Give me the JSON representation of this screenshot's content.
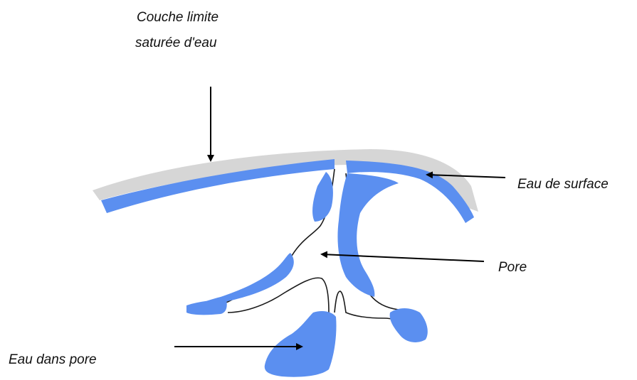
{
  "labels": {
    "boundary_layer_line1": "Couche limite",
    "boundary_layer_line2": "saturée d'eau",
    "surface_water": "Eau de surface",
    "pore": "Pore",
    "pore_water": "Eau dans pore"
  },
  "colors": {
    "water": "#5b8ff0",
    "boundary_layer": "#d6d6d6",
    "pore_outline": "#1a1a1a",
    "arrow": "#000000",
    "background": "#ffffff"
  }
}
